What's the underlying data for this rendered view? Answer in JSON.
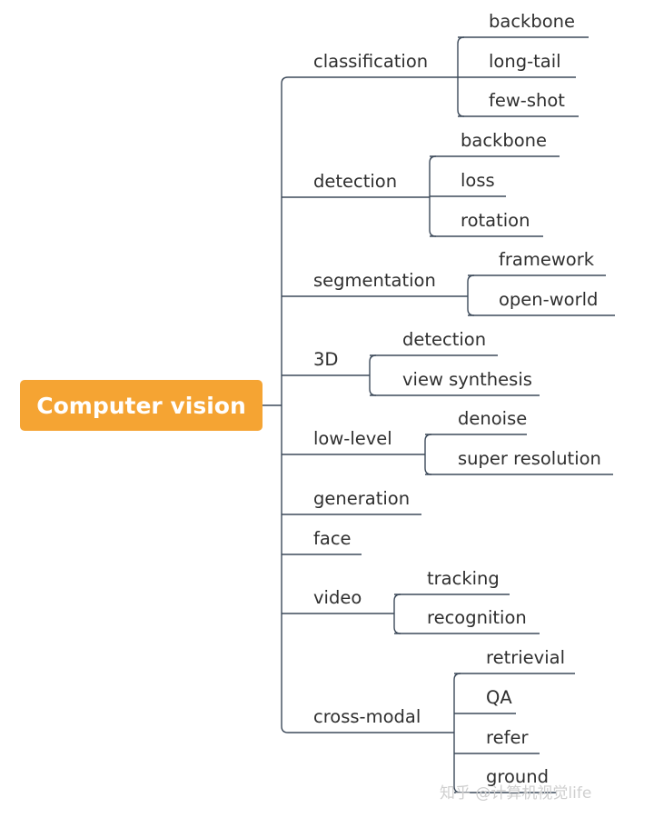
{
  "root": {
    "label": "Computer vision",
    "color": "#f5a433"
  },
  "line_color": "#3d4a5a",
  "branches": [
    {
      "label": "classification",
      "children": [
        "backbone",
        "long-tail",
        "few-shot"
      ]
    },
    {
      "label": "detection",
      "children": [
        "backbone",
        "loss",
        "rotation"
      ]
    },
    {
      "label": "segmentation",
      "children": [
        "framework",
        "open-world"
      ]
    },
    {
      "label": "3D",
      "children": [
        "detection",
        "view synthesis"
      ]
    },
    {
      "label": "low-level",
      "children": [
        "denoise",
        "super resolution"
      ]
    },
    {
      "label": "generation",
      "children": []
    },
    {
      "label": "face",
      "children": []
    },
    {
      "label": "video",
      "children": [
        "tracking",
        "recognition"
      ]
    },
    {
      "label": "cross-modal",
      "children": [
        "retrievial",
        "QA",
        "refer",
        "ground"
      ]
    }
  ],
  "watermark": {
    "text": "知乎 @计算机视觉life"
  }
}
